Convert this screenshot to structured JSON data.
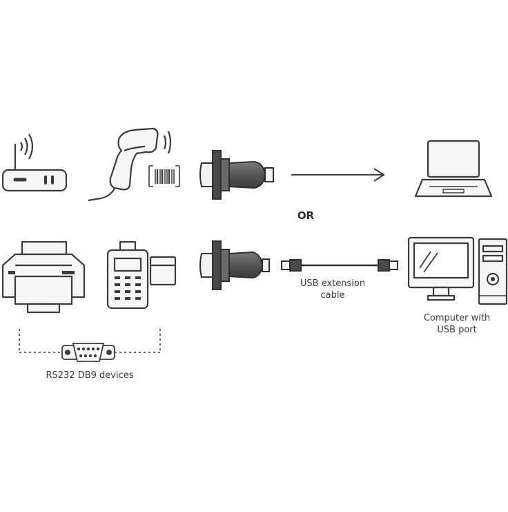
{
  "diagram": {
    "or_label": "OR",
    "usb_extension_line1": "USB extension",
    "usb_extension_line2": "cable",
    "computer_line1": "Computer with",
    "computer_line2": "USB port",
    "devices_label": "RS232 DB9 devices"
  },
  "colors": {
    "stroke": "#3a3a3a",
    "fill_light": "#f3f3f3",
    "fill_dark": "#4a4a4a",
    "fill_mid": "#6a6a6a",
    "background": "#ffffff"
  }
}
